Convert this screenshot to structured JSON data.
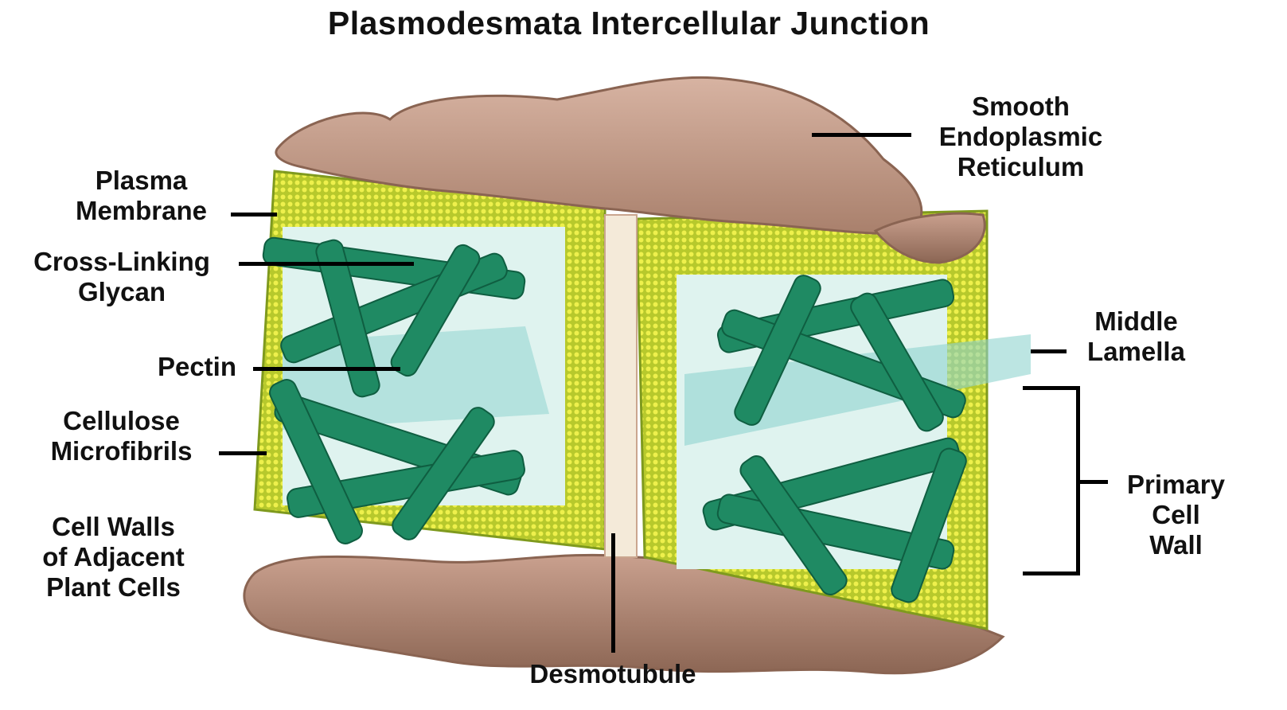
{
  "title": "Plasmodesmata Intercellular Junction",
  "labels": {
    "smooth_er": [
      "Smooth",
      "Endoplasmic",
      "Reticulum"
    ],
    "plasma_membrane": [
      "Plasma",
      "Membrane"
    ],
    "cross_linking_glycan": [
      "Cross-Linking",
      "Glycan"
    ],
    "pectin": [
      "Pectin"
    ],
    "cellulose_microfibrils": [
      "Cellulose",
      "Microfibrils"
    ],
    "cell_walls": [
      "Cell Walls",
      "of Adjacent",
      "Plant Cells"
    ],
    "middle_lamella": [
      "Middle",
      "Lamella"
    ],
    "primary_cell_wall": [
      "Primary",
      "Cell",
      "Wall"
    ],
    "desmotubule": [
      "Desmotubule"
    ]
  },
  "colors": {
    "membrane": "#c8d63a",
    "membrane_dots": "#e6e84a",
    "fiber": "#1f8a63",
    "er": "#c9a08e",
    "lamella": "#8fd3cf"
  }
}
